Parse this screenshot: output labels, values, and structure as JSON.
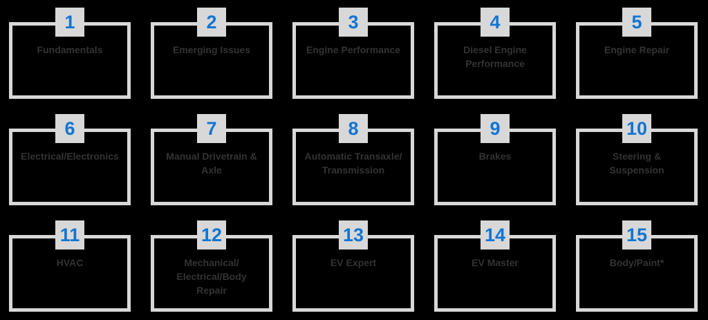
{
  "background": "#000000",
  "colors": {
    "accent_blue": "#1175d2",
    "frame_gray": "#d8d8d8",
    "label_gray": "#333333"
  },
  "categories": [
    {
      "number": "1",
      "label": "Fundamentals"
    },
    {
      "number": "2",
      "label": "Emerging Issues"
    },
    {
      "number": "3",
      "label": "Engine Performance"
    },
    {
      "number": "4",
      "label": "Diesel Engine\nPerformance"
    },
    {
      "number": "5",
      "label": "Engine Repair"
    },
    {
      "number": "6",
      "label": "Electrical/Electronics"
    },
    {
      "number": "7",
      "label": "Manual Drivetrain &\nAxle"
    },
    {
      "number": "8",
      "label": "Automatic Transaxle/\nTransmission"
    },
    {
      "number": "9",
      "label": "Brakes"
    },
    {
      "number": "10",
      "label": "Steering &\nSuspension"
    },
    {
      "number": "11",
      "label": "HVAC"
    },
    {
      "number": "12",
      "label": "Mechanical/\nElectrical/Body\nRepair"
    },
    {
      "number": "13",
      "label": "EV Expert"
    },
    {
      "number": "14",
      "label": "EV Master"
    },
    {
      "number": "15",
      "label": "Body/Paint*"
    }
  ]
}
